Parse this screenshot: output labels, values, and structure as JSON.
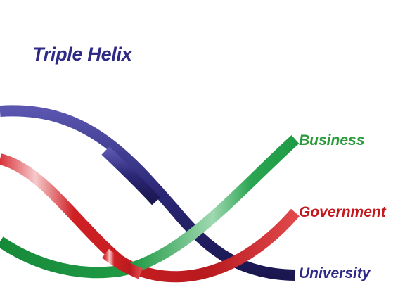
{
  "title": "Triple Helix",
  "colors": {
    "title": "#2e2a86",
    "university": "#2b2775",
    "government": "#cf2024",
    "business": "#1f9a45"
  },
  "strands": [
    {
      "key": "university",
      "label": "University",
      "color": "#2b2775",
      "label_color": "#2e2a86"
    },
    {
      "key": "government",
      "label": "Government",
      "color": "#cf2024",
      "label_color": "#c41a1f"
    },
    {
      "key": "business",
      "label": "Business",
      "color": "#1f9a45",
      "label_color": "#2a9a3a"
    }
  ]
}
